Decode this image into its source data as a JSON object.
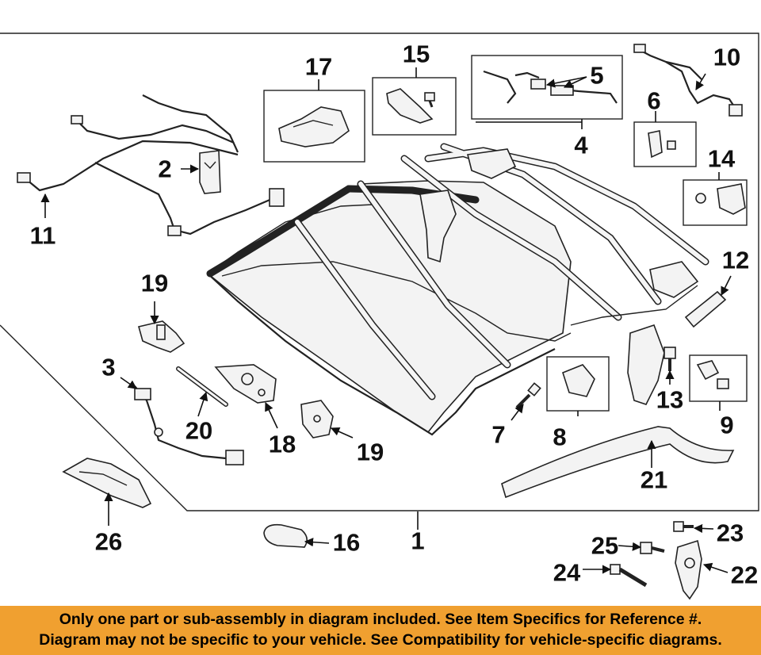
{
  "diagram": {
    "callouts": [
      "1",
      "2",
      "3",
      "4",
      "5",
      "6",
      "7",
      "8",
      "9",
      "10",
      "11",
      "12",
      "13",
      "14",
      "15",
      "16",
      "17",
      "18",
      "19",
      "19",
      "20",
      "21",
      "22",
      "23",
      "24",
      "25",
      "26"
    ]
  },
  "footer": {
    "line1": "Only one part or sub-assembly in diagram included. See Item Specifics for Reference #.",
    "line2": "Diagram may not be specific to your vehicle. See Compatibility for vehicle-specific diagrams."
  },
  "colors": {
    "footer_background": "#f0a030",
    "line_art": "#222222",
    "background": "#ffffff"
  }
}
